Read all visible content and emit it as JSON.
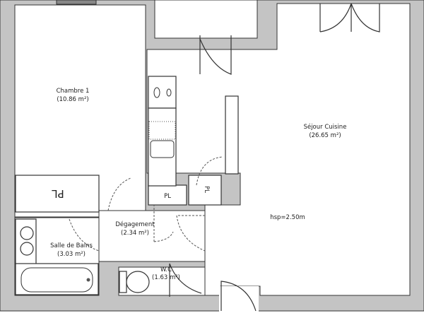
{
  "rooms": [
    {
      "name": "Chambre 1",
      "area": "(10.86 m²)"
    },
    {
      "name": "Séjour Cuisine",
      "area": "(26.65 m²)"
    },
    {
      "name": "Dégagement",
      "area": "(2.34 m²)"
    },
    {
      "name": "Salle de Bains",
      "area": "(3.03 m²)"
    },
    {
      "name": "W.C",
      "area": "(1.63 m²)"
    }
  ],
  "closets": {
    "chambre": "PL",
    "degagement": "PL",
    "hall": "PL"
  },
  "ceiling_height": "hsp=2.50m",
  "colors": {
    "wall": "#c4c4c4",
    "floor": "#ffffff",
    "line": "#333333"
  }
}
